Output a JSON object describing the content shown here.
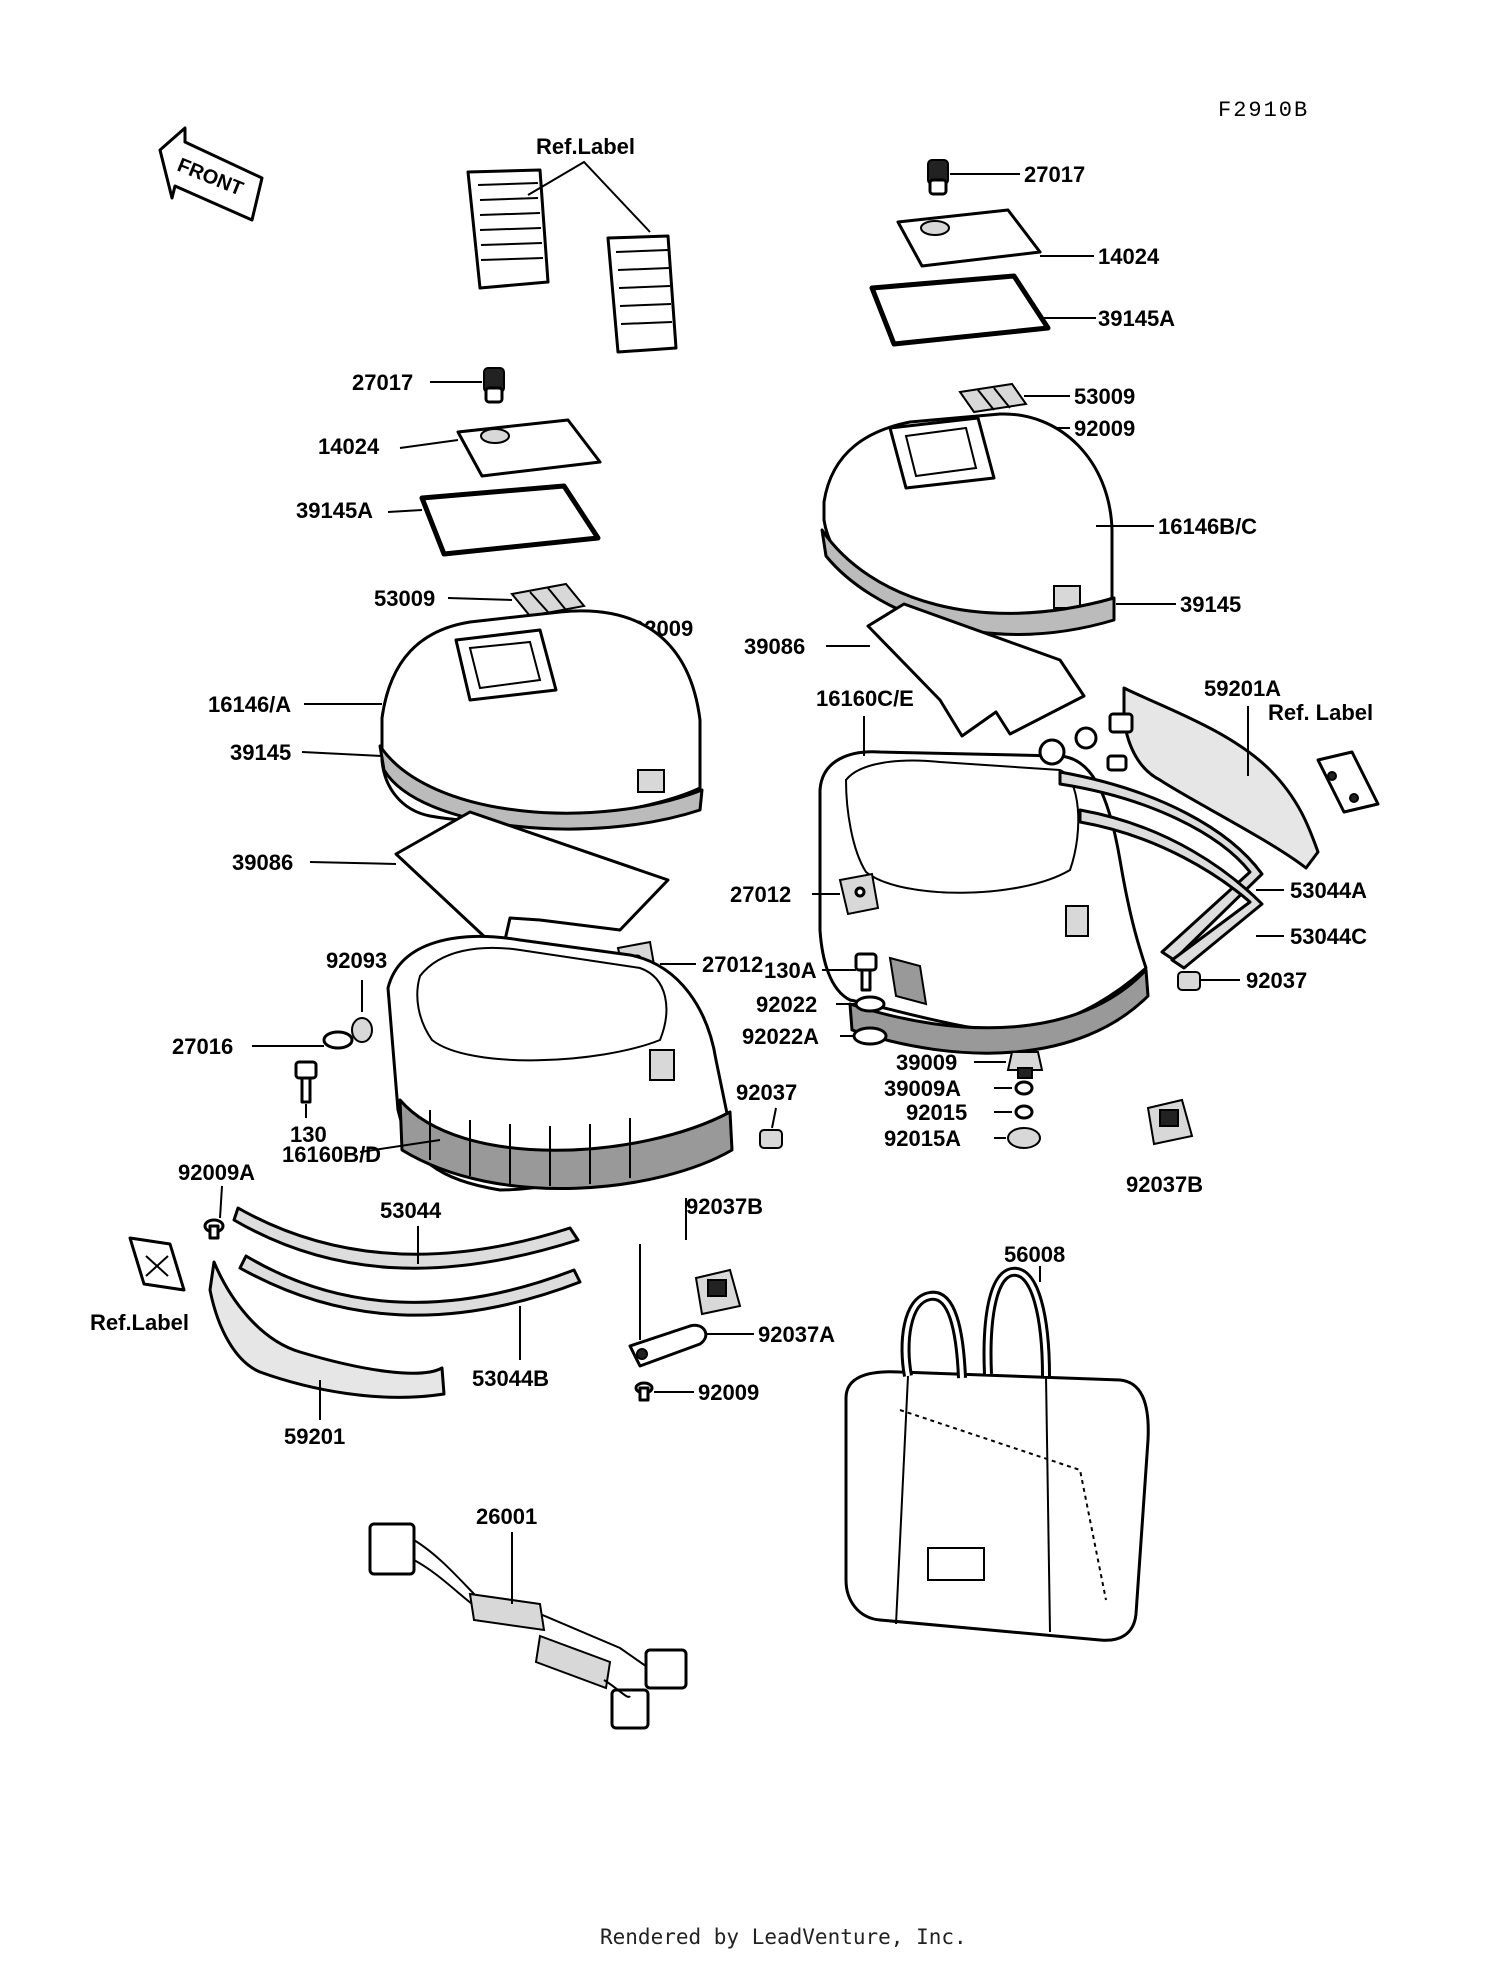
{
  "diagram_code": "F2910B",
  "footer": "Rendered by LeadVenture, Inc.",
  "front_arrow_text": "FRONT",
  "labels": {
    "27017_r": "27017",
    "14024_r": "14024",
    "39145A_r": "39145A",
    "53009_r": "53009",
    "92009_r": "92009",
    "16146BC": "16146B/C",
    "39145_r": "39145",
    "39086_r": "39086",
    "16160CE": "16160C/E",
    "59201A": "59201A",
    "ref_label_r": "Ref. Label",
    "53044A": "53044A",
    "53044C": "53044C",
    "27012_r": "27012",
    "130A": "130A",
    "92022": "92022",
    "92022A": "92022A",
    "92037_r": "92037",
    "39009": "39009",
    "39009A": "39009A",
    "92015": "92015",
    "92015A": "92015A",
    "92037B_r": "92037B",
    "ref_label_top": "Ref.Label",
    "27017_l": "27017",
    "14024_l": "14024",
    "39145A_l": "39145A",
    "53009_l": "53009",
    "92009_l": "92009",
    "16146A": "16146/A",
    "39145_l": "39145",
    "39086_l": "39086",
    "27012_l": "27012",
    "92093": "92093",
    "27016": "27016",
    "130": "130",
    "16160BD": "16160B/D",
    "92037_l": "92037",
    "92009A": "92009A",
    "53044": "53044",
    "92037B_l": "92037B",
    "ref_label_l": "Ref.Label",
    "53044B": "53044B",
    "92037A": "92037A",
    "92009_b": "92009",
    "59201": "59201",
    "56008": "56008",
    "26001": "26001"
  }
}
